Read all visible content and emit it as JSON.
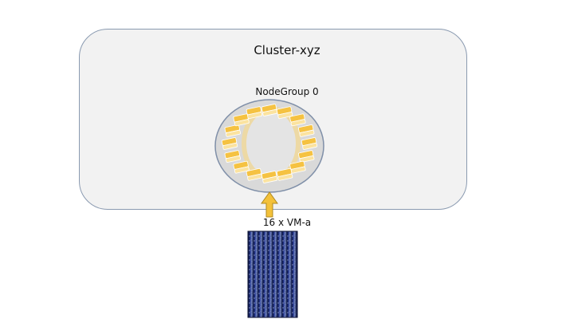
{
  "cluster": {
    "title": "Cluster-xyz"
  },
  "nodegroup": {
    "label": "NodeGroup 0",
    "node_icon": "server-node-icon",
    "node_count": 16
  },
  "vm": {
    "label": "16 x VM-a",
    "image_icon": "vm-image-icon"
  },
  "colors": {
    "cluster_fill": "#f2f2f2",
    "cluster_border": "#8a9ab0",
    "nodegroup_fill": "#d9d9d9",
    "nodegroup_border": "#7f8fa8",
    "node_fill": "#f5c242",
    "arrow_fill": "#f3c13a",
    "arrow_stroke": "#b08a20",
    "vm_image_bg": "#0c1a4a"
  }
}
